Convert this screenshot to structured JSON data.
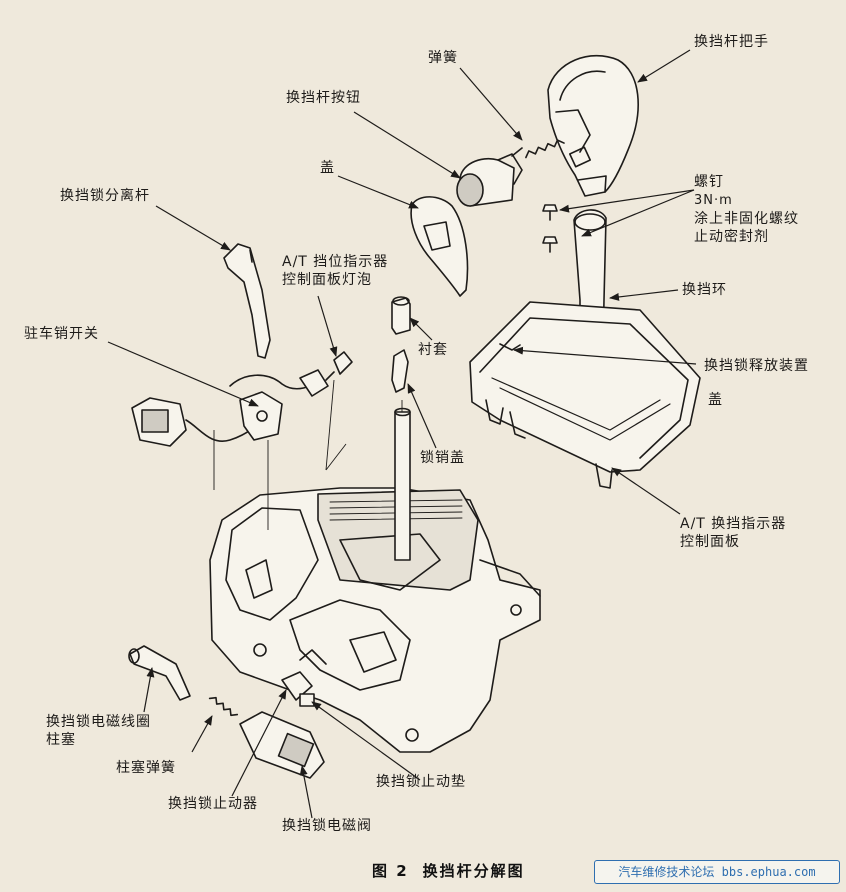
{
  "labels": {
    "spring": "弹簧",
    "shift_lever_knob": "换挡杆把手",
    "shift_lever_button": "换挡杆按钮",
    "screw": "螺钉",
    "screw_torque": "3N·m",
    "sealant_line1": "涂上非固化螺纹",
    "sealant_line2": "止动密封剂",
    "cover_top": "盖",
    "shift_lock_release_lever": "换挡锁分离杆",
    "indicator_bulb_line1": "A/T 挡位指示器",
    "indicator_bulb_line2": "控制面板灯泡",
    "shift_ring": "换挡环",
    "bushing": "衬套",
    "park_pin_switch": "驻车销开关",
    "shift_lock_release_device": "换挡锁释放装置",
    "cover_right": "盖",
    "lock_pin_cover": "锁销盖",
    "indicator_panel_line1": "A/T 换挡指示器",
    "indicator_panel_line2": "控制面板",
    "solenoid_plunger_line1": "换挡锁电磁线圈",
    "solenoid_plunger_line2": "柱塞",
    "plunger_spring": "柱塞弹簧",
    "shift_lock_stopper": "换挡锁止动器",
    "shift_lock_stop_pad": "换挡锁止动垫",
    "shift_lock_solenoid": "换挡锁电磁阀"
  },
  "caption": {
    "figure_no": "图 2",
    "title": "换挡杆分解图"
  },
  "watermark": "汽车维修技术论坛 bbs.ephua.com",
  "colors": {
    "paper": "#efe9dc",
    "ink": "#1e1c1a"
  }
}
